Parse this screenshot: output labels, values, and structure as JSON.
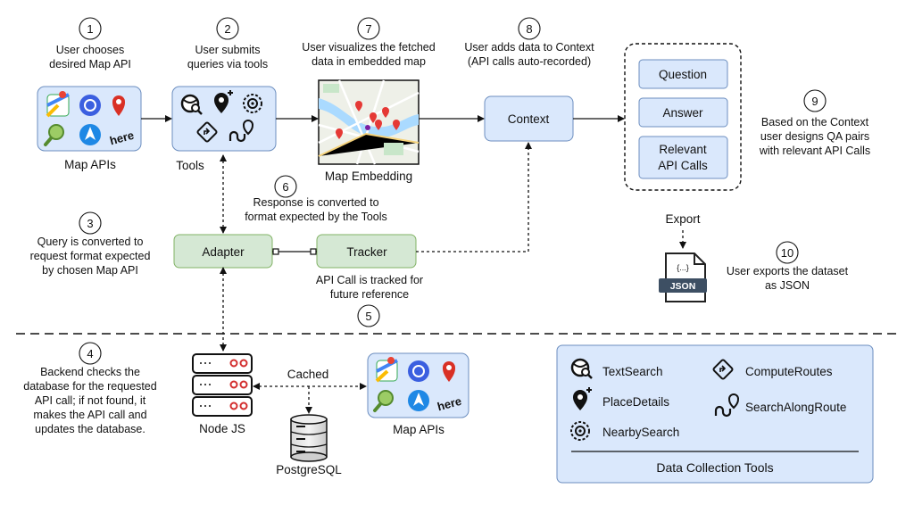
{
  "steps": [
    {
      "num": "1",
      "lines": [
        "User chooses",
        "desired Map API"
      ]
    },
    {
      "num": "2",
      "lines": [
        "User submits",
        "queries via tools"
      ]
    },
    {
      "num": "3",
      "lines": [
        "Query is converted to",
        "request format expected",
        "by chosen Map API"
      ]
    },
    {
      "num": "4",
      "lines": [
        "Backend checks the",
        "database for the requested",
        "API call; if not found, it",
        "makes the API call and",
        "updates the database."
      ]
    },
    {
      "num": "5",
      "lines": []
    },
    {
      "num": "6",
      "lines": [
        "Response is converted to",
        "format expected by the Tools"
      ]
    },
    {
      "num": "7",
      "lines": [
        "User visualizes the fetched",
        "data in embedded map"
      ]
    },
    {
      "num": "8",
      "lines": [
        "User adds data to Context",
        "(API calls auto-recorded)"
      ]
    },
    {
      "num": "9",
      "lines": [
        "Based on the Context",
        "user designs QA pairs",
        "with relevant API Calls"
      ]
    },
    {
      "num": "10",
      "lines": [
        "User exports the dataset",
        "as JSON"
      ]
    }
  ],
  "labels": {
    "map_apis_top": "Map APIs",
    "tools": "Tools",
    "map_embedding": "Map Embedding",
    "context": "Context",
    "question": "Question",
    "answer": "Answer",
    "relevant_1": "Relevant",
    "relevant_2": "API Calls",
    "export": "Export",
    "json": "JSON",
    "json_braces": "{...}",
    "adapter": "Adapter",
    "tracker": "Tracker",
    "tracker_note_1": "API Call is tracked for",
    "tracker_note_2": "future reference",
    "node_js": "Node JS",
    "cached": "Cached",
    "postgresql": "PostgreSQL",
    "map_apis_bottom": "Map APIs",
    "here": "here"
  },
  "legend": {
    "title": "Data Collection Tools",
    "items": [
      {
        "label": "TextSearch",
        "icon": "globe-search-icon"
      },
      {
        "label": "ComputeRoutes",
        "icon": "route-diamond-icon"
      },
      {
        "label": "PlaceDetails",
        "icon": "place-pin-icon"
      },
      {
        "label": "SearchAlongRoute",
        "icon": "route-path-icon"
      },
      {
        "label": "NearbySearch",
        "icon": "nearby-target-icon"
      }
    ]
  },
  "colors": {
    "blue_fill": "#dae8fc",
    "blue_stroke": "#6c8ebf",
    "green_fill": "#d5e8d4",
    "green_stroke": "#82b366",
    "json_badge": "#3d4f63"
  }
}
